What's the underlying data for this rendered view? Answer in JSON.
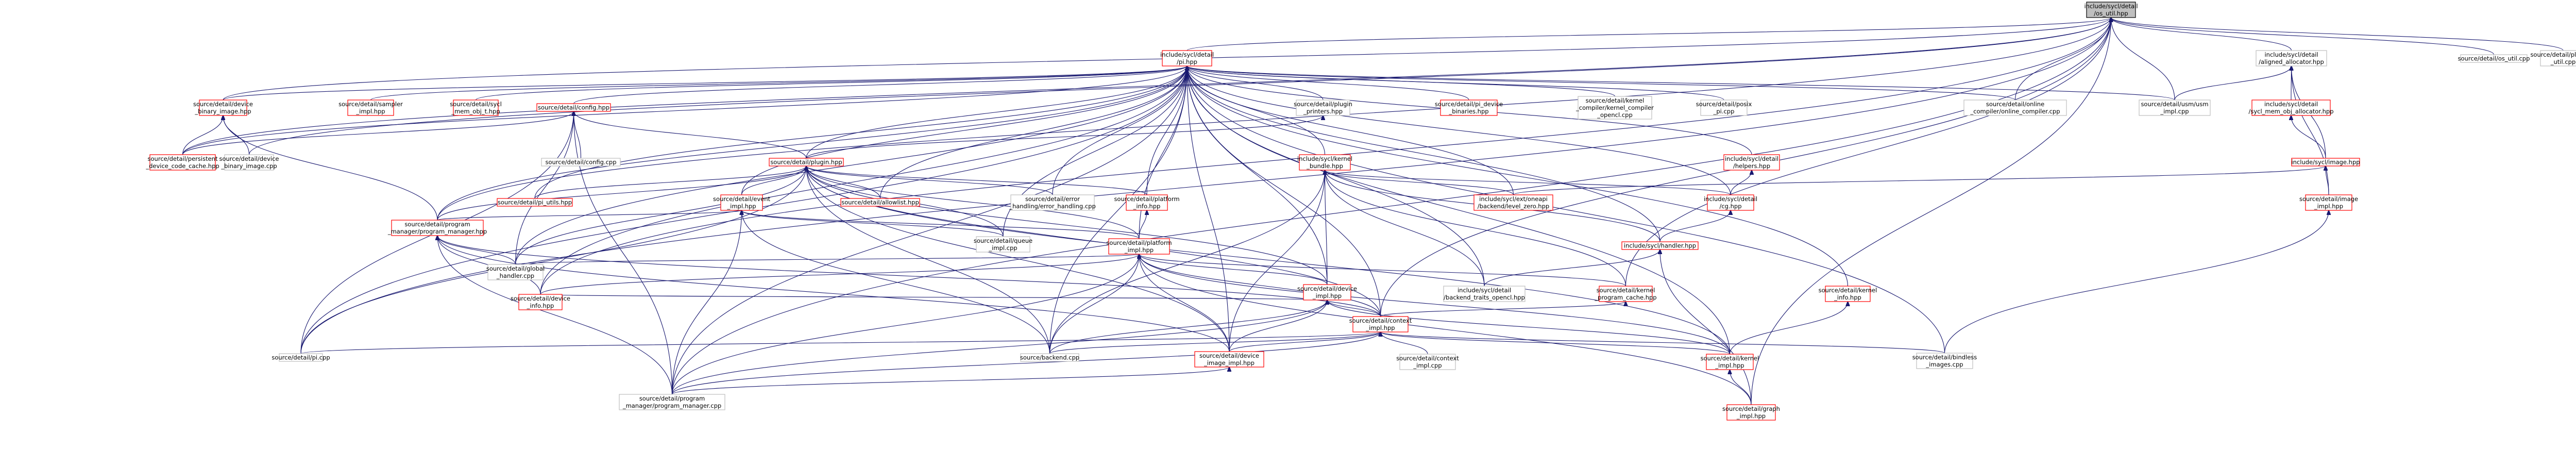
{
  "graph": {
    "colors": {
      "root_fill": "#bfbfbf",
      "root_border": "#000000",
      "doc_border": "#bfbfbf",
      "incomplete_border": "#ff0000",
      "edge": "#191970"
    },
    "nodes": [
      {
        "id": "root",
        "label": [
          "include/sycl/detail",
          "/os_util.hpp"
        ],
        "style": "root"
      },
      {
        "id": "pi",
        "label": [
          "include/sycl/detail",
          "/pi.hpp"
        ],
        "style": "red"
      },
      {
        "id": "aligned",
        "label": [
          "include/sycl/detail",
          "/aligned_allocator.hpp"
        ],
        "style": "plain"
      },
      {
        "id": "os_util_cpp",
        "label": [
          "source/detail/os_util.cpp"
        ],
        "style": "plain"
      },
      {
        "id": "platform_util",
        "label": [
          "source/detail/platform",
          "_util.cpp"
        ],
        "style": "plain"
      },
      {
        "id": "dev_bin",
        "label": [
          "source/detail/device",
          "_binary_image.hpp"
        ],
        "style": "red"
      },
      {
        "id": "sampler",
        "label": [
          "source/detail/sampler",
          "_impl.hpp"
        ],
        "style": "red"
      },
      {
        "id": "mem_obj",
        "label": [
          "source/detail/sycl",
          "_mem_obj_t.hpp"
        ],
        "style": "red"
      },
      {
        "id": "config_hpp",
        "label": [
          "source/detail/config.hpp"
        ],
        "style": "red"
      },
      {
        "id": "plugin_printers",
        "label": [
          "source/detail/plugin",
          "_printers.hpp"
        ],
        "style": "plain"
      },
      {
        "id": "pi_dev_bin",
        "label": [
          "source/detail/pi_device",
          "_binaries.hpp"
        ],
        "style": "red"
      },
      {
        "id": "kernel_compiler",
        "label": [
          "source/detail/kernel",
          "_compiler/kernel_compiler",
          "_opencl.cpp"
        ],
        "style": "plain"
      },
      {
        "id": "posix_pi",
        "label": [
          "source/detail/posix",
          "_pi.cpp"
        ],
        "style": "plain"
      },
      {
        "id": "online_compiler",
        "label": [
          "source/detail/online",
          "_compiler/online_compiler.cpp"
        ],
        "style": "plain"
      },
      {
        "id": "usm_impl",
        "label": [
          "source/detail/usm/usm",
          "_impl.cpp"
        ],
        "style": "plain"
      },
      {
        "id": "mem_obj_alloc",
        "label": [
          "include/sycl/detail",
          "/sycl_mem_obj_allocator.hpp"
        ],
        "style": "red"
      },
      {
        "id": "persistent",
        "label": [
          "source/detail/persistent",
          "_device_code_cache.hpp"
        ],
        "style": "red"
      },
      {
        "id": "dev_bin_cpp",
        "label": [
          "source/detail/device",
          "_binary_image.cpp"
        ],
        "style": "plain"
      },
      {
        "id": "config_cpp",
        "label": [
          "source/detail/config.cpp"
        ],
        "style": "plain"
      },
      {
        "id": "plugin_hpp",
        "label": [
          "source/detail/plugin.hpp"
        ],
        "style": "red"
      },
      {
        "id": "kernel_bundle",
        "label": [
          "include/sycl/kernel",
          "_bundle.hpp"
        ],
        "style": "red"
      },
      {
        "id": "helpers",
        "label": [
          "include/sycl/detail",
          "/helpers.hpp"
        ],
        "style": "red"
      },
      {
        "id": "image_hpp",
        "label": [
          "include/sycl/image.hpp"
        ],
        "style": "red"
      },
      {
        "id": "pi_utils",
        "label": [
          "source/detail/pi_utils.hpp"
        ],
        "style": "red"
      },
      {
        "id": "event_impl",
        "label": [
          "source/detail/event",
          "_impl.hpp"
        ],
        "style": "red"
      },
      {
        "id": "allowlist",
        "label": [
          "source/detail/allowlist.hpp"
        ],
        "style": "red"
      },
      {
        "id": "error_handling",
        "label": [
          "source/detail/error",
          "_handling/error_handling.cpp"
        ],
        "style": "plain"
      },
      {
        "id": "platform_info",
        "label": [
          "source/detail/platform",
          "_info.hpp"
        ],
        "style": "red"
      },
      {
        "id": "level_zero",
        "label": [
          "include/sycl/ext/oneapi",
          "/backend/level_zero.hpp"
        ],
        "style": "red"
      },
      {
        "id": "cg_hpp",
        "label": [
          "include/sycl/detail",
          "/cg.hpp"
        ],
        "style": "red"
      },
      {
        "id": "image_impl",
        "label": [
          "source/detail/image",
          "_impl.hpp"
        ],
        "style": "red"
      },
      {
        "id": "pm_hpp",
        "label": [
          "source/detail/program",
          "_manager/program_manager.hpp"
        ],
        "style": "red"
      },
      {
        "id": "queue_impl",
        "label": [
          "source/detail/queue",
          "_impl.cpp"
        ],
        "style": "plain"
      },
      {
        "id": "platform_impl",
        "label": [
          "source/detail/platform",
          "_impl.hpp"
        ],
        "style": "red"
      },
      {
        "id": "handler_hpp",
        "label": [
          "include/sycl/handler.hpp"
        ],
        "style": "red"
      },
      {
        "id": "global_handler",
        "label": [
          "source/detail/global",
          "_handler.cpp"
        ],
        "style": "plain"
      },
      {
        "id": "device_impl",
        "label": [
          "source/detail/device",
          "_impl.hpp"
        ],
        "style": "red"
      },
      {
        "id": "backend_traits",
        "label": [
          "include/sycl/detail",
          "/backend_traits_opencl.hpp"
        ],
        "style": "plain"
      },
      {
        "id": "kernel_program_cache",
        "label": [
          "source/detail/kernel",
          "_program_cache.hpp"
        ],
        "style": "red"
      },
      {
        "id": "kernel_info",
        "label": [
          "source/detail/kernel",
          "_info.hpp"
        ],
        "style": "red"
      },
      {
        "id": "device_info",
        "label": [
          "source/detail/device",
          "_info.hpp"
        ],
        "style": "red"
      },
      {
        "id": "context_impl",
        "label": [
          "source/detail/context",
          "_impl.hpp"
        ],
        "style": "red"
      },
      {
        "id": "pi_cpp",
        "label": [
          "source/detail/pi.cpp"
        ],
        "style": "plain"
      },
      {
        "id": "backend_cpp",
        "label": [
          "source/backend.cpp"
        ],
        "style": "plain"
      },
      {
        "id": "device_image_impl",
        "label": [
          "source/detail/device",
          "_image_impl.hpp"
        ],
        "style": "red"
      },
      {
        "id": "context_impl_cpp",
        "label": [
          "source/detail/context",
          "_impl.cpp"
        ],
        "style": "plain"
      },
      {
        "id": "kernel_impl",
        "label": [
          "source/detail/kernel",
          "_impl.hpp"
        ],
        "style": "red"
      },
      {
        "id": "bindless",
        "label": [
          "source/detail/bindless",
          "_images.cpp"
        ],
        "style": "plain"
      },
      {
        "id": "pm_cpp",
        "label": [
          "source/detail/program",
          "_manager/program_manager.cpp"
        ],
        "style": "plain"
      },
      {
        "id": "graph_impl",
        "label": [
          "source/detail/graph",
          "_impl.hpp"
        ],
        "style": "red"
      }
    ],
    "edges": [
      [
        "pi",
        "root"
      ],
      [
        "aligned",
        "root"
      ],
      [
        "os_util_cpp",
        "root"
      ],
      [
        "platform_util",
        "root"
      ],
      [
        "dev_bin",
        "root"
      ],
      [
        "persistent",
        "root"
      ],
      [
        "pm_cpp",
        "root"
      ],
      [
        "device_info",
        "root"
      ],
      [
        "online_compiler",
        "root"
      ],
      [
        "usm_impl",
        "root"
      ],
      [
        "graph_impl",
        "root"
      ],
      [
        "context_impl",
        "root"
      ],
      [
        "kernel_program_cache",
        "root"
      ],
      [
        "pm_hpp",
        "root"
      ],
      [
        "dev_bin_cpp",
        "root"
      ],
      [
        "pi_cpp",
        "root"
      ],
      [
        "dev_bin",
        "pi"
      ],
      [
        "sampler",
        "pi"
      ],
      [
        "mem_obj",
        "pi"
      ],
      [
        "config_hpp",
        "pi"
      ],
      [
        "plugin_printers",
        "pi"
      ],
      [
        "pi_dev_bin",
        "pi"
      ],
      [
        "kernel_compiler",
        "pi"
      ],
      [
        "posix_pi",
        "pi"
      ],
      [
        "online_compiler",
        "pi"
      ],
      [
        "usm_impl",
        "pi"
      ],
      [
        "plugin_hpp",
        "pi"
      ],
      [
        "kernel_bundle",
        "pi"
      ],
      [
        "helpers",
        "pi"
      ],
      [
        "pi_utils",
        "pi"
      ],
      [
        "event_impl",
        "pi"
      ],
      [
        "allowlist",
        "pi"
      ],
      [
        "error_handling",
        "pi"
      ],
      [
        "platform_info",
        "pi"
      ],
      [
        "level_zero",
        "pi"
      ],
      [
        "cg_hpp",
        "pi"
      ],
      [
        "queue_impl",
        "pi"
      ],
      [
        "platform_impl",
        "pi"
      ],
      [
        "handler_hpp",
        "pi"
      ],
      [
        "global_handler",
        "pi"
      ],
      [
        "device_impl",
        "pi"
      ],
      [
        "backend_traits",
        "pi"
      ],
      [
        "kernel_info",
        "pi"
      ],
      [
        "device_info",
        "pi"
      ],
      [
        "context_impl",
        "pi"
      ],
      [
        "pi_cpp",
        "pi"
      ],
      [
        "backend_cpp",
        "pi"
      ],
      [
        "device_image_impl",
        "pi"
      ],
      [
        "kernel_impl",
        "pi"
      ],
      [
        "bindless",
        "pi"
      ],
      [
        "pm_cpp",
        "pi"
      ],
      [
        "persistent",
        "pi"
      ],
      [
        "pm_hpp",
        "pi"
      ],
      [
        "mem_obj_alloc",
        "aligned"
      ],
      [
        "usm_impl",
        "aligned"
      ],
      [
        "image_hpp",
        "aligned"
      ],
      [
        "image_impl",
        "aligned"
      ],
      [
        "persistent",
        "dev_bin"
      ],
      [
        "dev_bin_cpp",
        "dev_bin"
      ],
      [
        "pm_hpp",
        "dev_bin"
      ],
      [
        "config_cpp",
        "config_hpp"
      ],
      [
        "plugin_hpp",
        "config_hpp"
      ],
      [
        "persistent",
        "config_hpp"
      ],
      [
        "global_handler",
        "config_hpp"
      ],
      [
        "pi_cpp",
        "config_hpp"
      ],
      [
        "pm_cpp",
        "config_hpp"
      ],
      [
        "plugin_hpp",
        "plugin_printers"
      ],
      [
        "image_hpp",
        "mem_obj_alloc"
      ],
      [
        "image_impl",
        "image_hpp"
      ],
      [
        "level_zero",
        "image_hpp"
      ],
      [
        "pi_utils",
        "plugin_hpp"
      ],
      [
        "event_impl",
        "plugin_hpp"
      ],
      [
        "allowlist",
        "plugin_hpp"
      ],
      [
        "error_handling",
        "plugin_hpp"
      ],
      [
        "platform_info",
        "plugin_hpp"
      ],
      [
        "queue_impl",
        "plugin_hpp"
      ],
      [
        "platform_impl",
        "plugin_hpp"
      ],
      [
        "global_handler",
        "plugin_hpp"
      ],
      [
        "device_impl",
        "plugin_hpp"
      ],
      [
        "context_impl",
        "plugin_hpp"
      ],
      [
        "pi_cpp",
        "plugin_hpp"
      ],
      [
        "backend_cpp",
        "plugin_hpp"
      ],
      [
        "device_image_impl",
        "plugin_hpp"
      ],
      [
        "pm_hpp",
        "plugin_hpp"
      ],
      [
        "kernel_impl",
        "plugin_hpp"
      ],
      [
        "level_zero",
        "kernel_bundle"
      ],
      [
        "cg_hpp",
        "kernel_bundle"
      ],
      [
        "handler_hpp",
        "kernel_bundle"
      ],
      [
        "backend_traits",
        "kernel_bundle"
      ],
      [
        "device_image_impl",
        "kernel_bundle"
      ],
      [
        "device_impl",
        "kernel_bundle"
      ],
      [
        "kernel_program_cache",
        "kernel_bundle"
      ],
      [
        "backend_cpp",
        "kernel_bundle"
      ],
      [
        "cg_hpp",
        "helpers"
      ],
      [
        "graph_impl",
        "handler_hpp"
      ],
      [
        "handler_hpp",
        "cg_hpp"
      ],
      [
        "platform_impl",
        "event_impl"
      ],
      [
        "queue_impl",
        "event_impl"
      ],
      [
        "pm_hpp",
        "event_impl"
      ],
      [
        "backend_cpp",
        "event_impl"
      ],
      [
        "pm_cpp",
        "event_impl"
      ],
      [
        "platform_impl",
        "platform_info"
      ],
      [
        "global_handler",
        "platform_impl"
      ],
      [
        "device_impl",
        "platform_impl"
      ],
      [
        "kernel_program_cache",
        "platform_impl"
      ],
      [
        "context_impl",
        "platform_impl"
      ],
      [
        "device_info",
        "platform_impl"
      ],
      [
        "backend_cpp",
        "platform_impl"
      ],
      [
        "device_image_impl",
        "platform_impl"
      ],
      [
        "pm_cpp",
        "platform_impl"
      ],
      [
        "kernel_impl",
        "platform_impl"
      ],
      [
        "graph_impl",
        "platform_impl"
      ],
      [
        "backend_traits",
        "handler_hpp"
      ],
      [
        "global_handler",
        "pm_hpp"
      ],
      [
        "device_info",
        "pm_hpp"
      ],
      [
        "context_impl",
        "pm_hpp"
      ],
      [
        "device_image_impl",
        "pm_hpp"
      ],
      [
        "pm_cpp",
        "pm_hpp"
      ],
      [
        "device_info",
        "device_impl"
      ],
      [
        "context_impl",
        "device_impl"
      ],
      [
        "device_image_impl",
        "device_impl"
      ],
      [
        "backend_cpp",
        "device_impl"
      ],
      [
        "kernel_impl",
        "device_impl"
      ],
      [
        "pm_cpp",
        "device_impl"
      ],
      [
        "context_impl",
        "kernel_program_cache"
      ],
      [
        "kernel_impl",
        "kernel_info"
      ],
      [
        "pi_cpp",
        "context_impl"
      ],
      [
        "backend_cpp",
        "context_impl"
      ],
      [
        "device_image_impl",
        "context_impl"
      ],
      [
        "context_impl_cpp",
        "context_impl"
      ],
      [
        "kernel_impl",
        "context_impl"
      ],
      [
        "bindless",
        "context_impl"
      ],
      [
        "pm_cpp",
        "context_impl"
      ],
      [
        "graph_impl",
        "kernel_impl"
      ],
      [
        "bindless",
        "image_impl"
      ],
      [
        "pm_cpp",
        "device_image_impl"
      ]
    ]
  }
}
